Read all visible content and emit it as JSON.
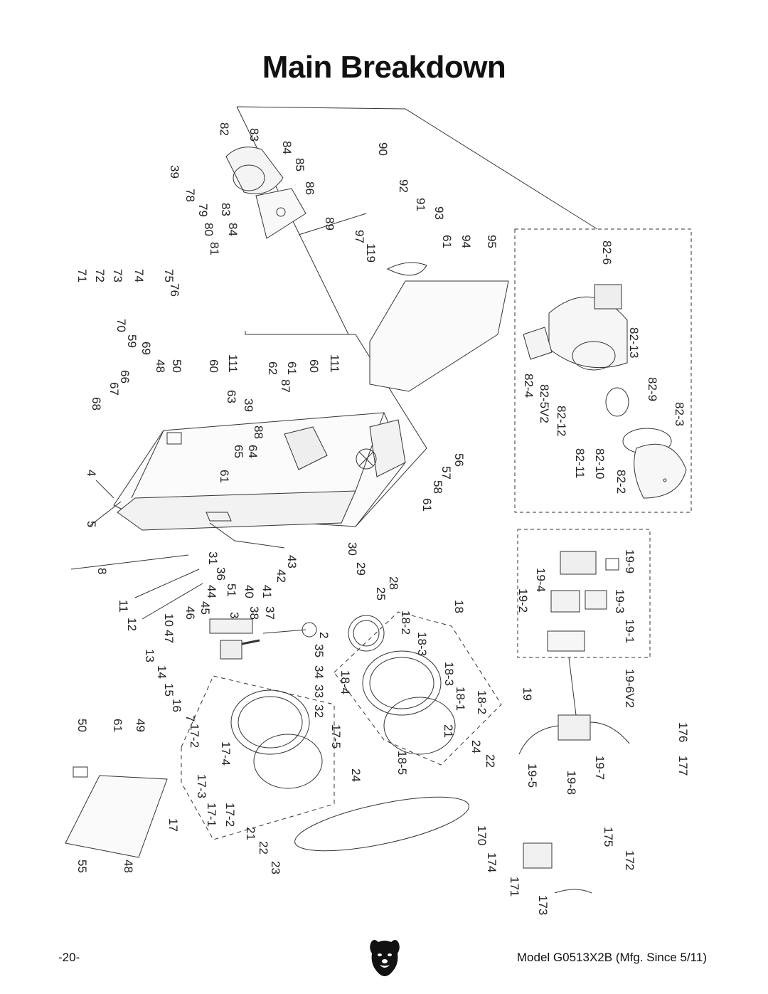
{
  "title": "Main Breakdown",
  "footer": {
    "page_number": "-20-",
    "model": "Model G0513X2B (Mfg. Since 5/11)"
  },
  "logo": {
    "icon": "grizzly-bear-head-icon"
  },
  "part_labels": {
    "p71": "71",
    "p72": "72",
    "p73": "73",
    "p74": "74",
    "p75": "75",
    "p76": "76",
    "p70": "70",
    "p59": "59",
    "p69": "69",
    "p39a": "39",
    "p78": "78",
    "p79": "79",
    "p80": "80",
    "p81": "81",
    "p82": "82",
    "p83a": "83",
    "p84a": "84",
    "p85": "85",
    "p86": "86",
    "p83b": "83",
    "p84b": "84",
    "p89": "89",
    "p90": "90",
    "p92": "92",
    "p91": "91",
    "p93": "93",
    "p97": "97",
    "p119": "119",
    "p61a": "61",
    "p94": "94",
    "p95": "95",
    "p82_6": "82-6",
    "p82_13": "82-13",
    "p82_9": "82-9",
    "p82_3": "82-3",
    "p82_4": "82-4",
    "p82_5V2": "82-5V2",
    "p82_12": "82-12",
    "p82_11": "82-11",
    "p82_10": "82-10",
    "p82_2": "82-2",
    "p68": "68",
    "p67": "67",
    "p66": "66",
    "p48a": "48",
    "p50a": "50",
    "p60a": "60",
    "p111a": "111",
    "p62": "62",
    "p61b": "61",
    "p60b": "60",
    "p111b": "111",
    "p63": "63",
    "p39b": "39",
    "p87": "87",
    "p65": "65",
    "p64": "64",
    "p88": "88",
    "p61c": "61",
    "p56": "56",
    "p57": "57",
    "p58": "58",
    "p61d": "61",
    "p4": "4",
    "p5": "5",
    "p8": "8",
    "p11": "11",
    "p12": "12",
    "p31": "31",
    "p36": "36",
    "p44": "44",
    "p51": "51",
    "p40": "40",
    "p41": "41",
    "p42": "42",
    "p43": "43",
    "p30": "30",
    "p29": "29",
    "p28": "28",
    "p25": "25",
    "p46": "46",
    "p45": "45",
    "p3": "3",
    "p38": "38",
    "p37": "37",
    "p10": "10",
    "p47": "47",
    "p2": "2",
    "p35": "35",
    "p34": "34",
    "p33": "33",
    "p32": "32",
    "p13": "13",
    "p14": "14",
    "p15": "15",
    "p16": "16",
    "p7": "7",
    "p18_2a": "18-2",
    "p18_3a": "18-3",
    "p18": "18",
    "p18_3b": "18-3",
    "p18_4": "18-4",
    "p18_1": "18-1",
    "p18_2b": "18-2",
    "p18_5": "18-5",
    "p21a": "21",
    "p24a": "24",
    "p22a": "22",
    "p19_2": "19-2",
    "p19_4": "19-4",
    "p19_9": "19-9",
    "p19_3": "19-3",
    "p19_1": "19-1",
    "p19_6V2": "19-6V2",
    "p19": "19",
    "p19_5": "19-5",
    "p19_8": "19-8",
    "p19_7": "19-7",
    "p176": "176",
    "p177": "177",
    "p50b": "50",
    "p61e": "61",
    "p49": "49",
    "p55": "55",
    "p48b": "48",
    "p17_2a": "17-2",
    "p17_4": "17-4",
    "p17_5": "17-5",
    "p17_3": "17-3",
    "p17_1": "17-1",
    "p17_2b": "17-2",
    "p17": "17",
    "p21b": "21",
    "p22b": "22",
    "p24b": "24",
    "p23": "23",
    "p170": "170",
    "p175": "175",
    "p174": "174",
    "p172": "172",
    "p171": "171",
    "p173": "173"
  }
}
